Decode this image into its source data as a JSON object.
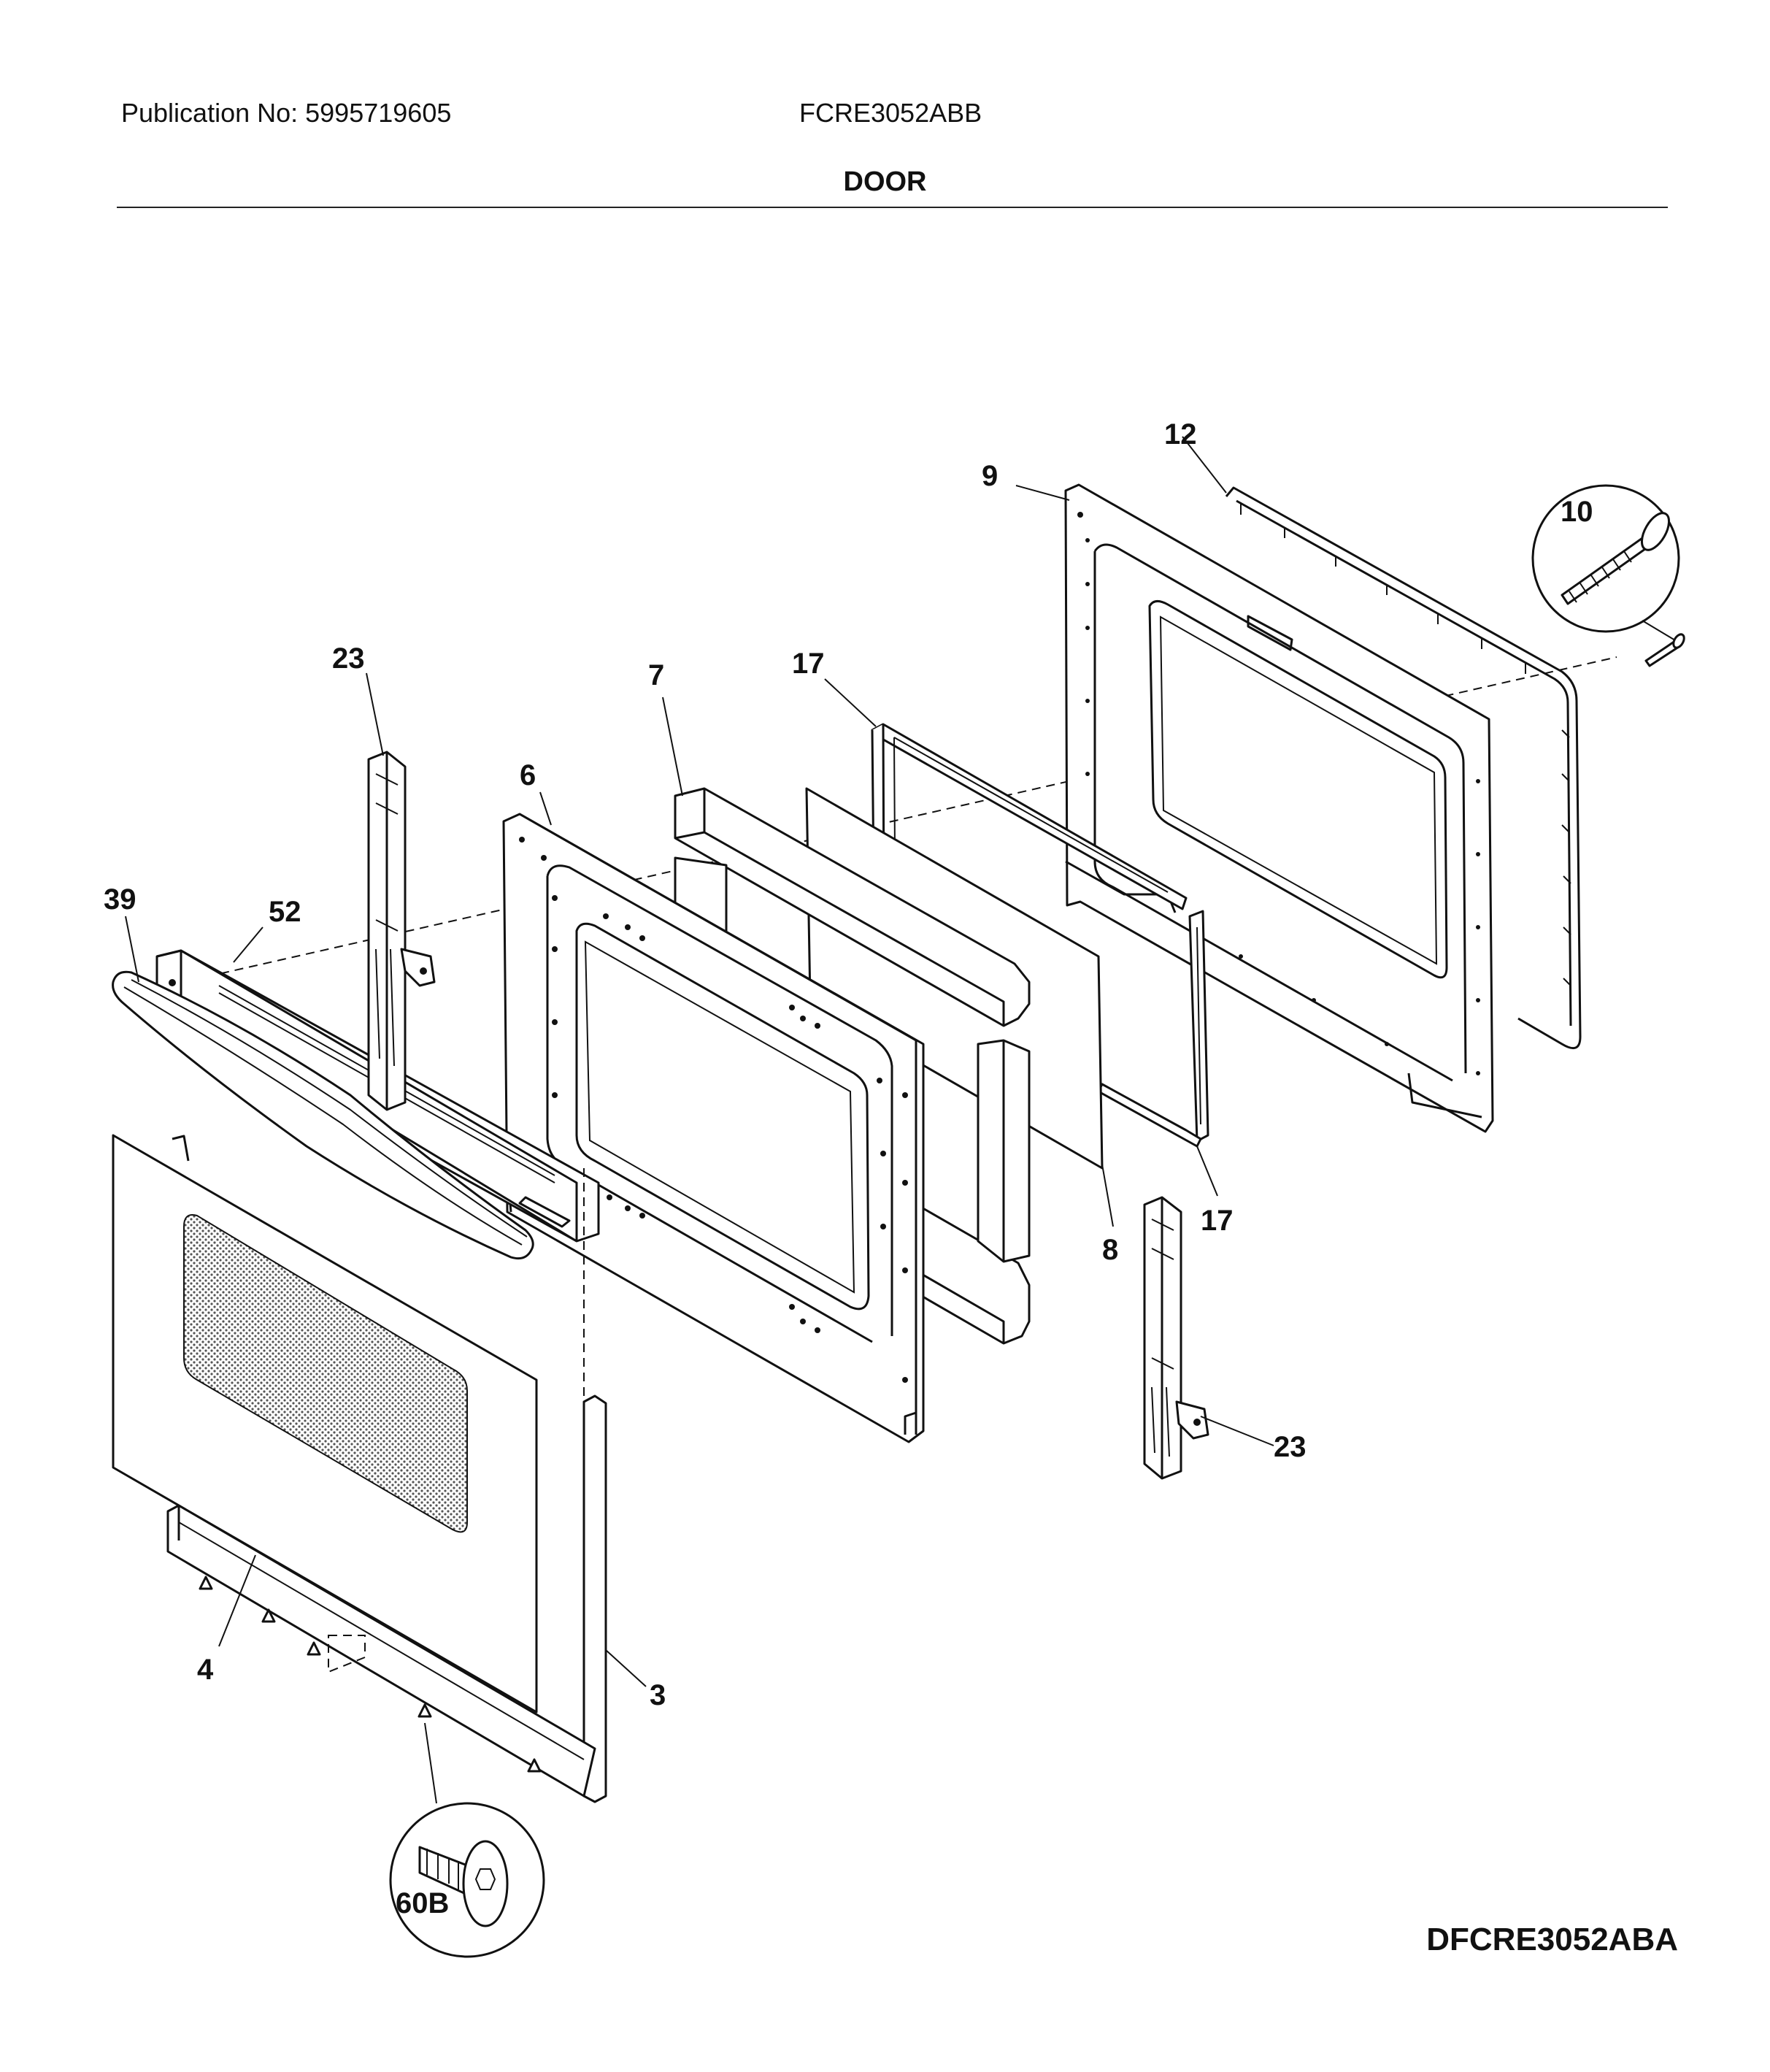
{
  "header": {
    "publication": "Publication No: 5995719605",
    "model": "FCRE3052ABB",
    "section_title": "DOOR"
  },
  "footer": {
    "diagram_code": "DFCRE3052ABA"
  },
  "callouts": {
    "c3": "3",
    "c4": "4",
    "c6": "6",
    "c7": "7",
    "c8": "8",
    "c9": "9",
    "c10": "10",
    "c12": "12",
    "c17a": "17",
    "c17b": "17",
    "c23a": "23",
    "c23b": "23",
    "c39": "39",
    "c52": "52",
    "c60b": "60B"
  }
}
